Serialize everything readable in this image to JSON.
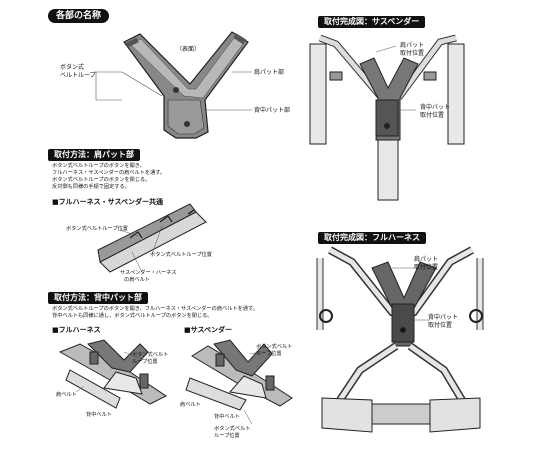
{
  "headers": {
    "parts": "各部の名称",
    "done_suspender": "取付完成図：サスペンダー",
    "how_shoulder": "取付方法：肩パット部",
    "done_harness": "取付完成図：フルハーネス",
    "how_back": "取付方法：背中パット部"
  },
  "parts_labels": {
    "omote": "（表面）",
    "button_loop_1": "ボタン式",
    "button_loop_2": "ベルトループ",
    "shoulder_pad": "肩パット部",
    "back_pad": "背中パット部"
  },
  "suspender_labels": {
    "l1": "肩パット",
    "l2": "取付位置",
    "l3": "背中パット",
    "l4": "取付位置"
  },
  "harness_labels": {
    "l1": "肩パット",
    "l2": "取付位置",
    "l3": "背中パット",
    "l4": "取付位置"
  },
  "shoulder_notes": [
    "ボタン式ベルトループのボタンを開き、",
    "フルハーネス・サスペンダーの肩ベルトを通す。",
    "ボタン式ベルトループのボタンを閉じる。",
    "反対側も同様の手順で固定する。"
  ],
  "shoulder_sub": {
    "title": "■フルハーネス・サスペンダー共通",
    "loop_pos": "ボタン式ベルトループ位置",
    "loop_pos2": "ボタン式ベルトループ位置",
    "belt_1": "サスペンダー・ハーネス",
    "belt_2": "の肩ベルト"
  },
  "back_notes": [
    "ボタン式ベルトループのボタンを開き、フルハーネス・サスペンダーの肩ベルトを通す。",
    "背中ベルトも同様に通し、ボタン式ベルトループのボタンを閉じる。"
  ],
  "back_harness": {
    "title": "■フルハーネス",
    "loop_1": "ボタン式ベルト",
    "loop_2": "ループ位置",
    "shoulder": "肩ベルト",
    "back": "背中ベルト"
  },
  "back_suspender": {
    "title": "■サスペンダー",
    "loop_1": "ボタン式ベルト",
    "loop_2": "ループ位置",
    "shoulder": "肩ベルト",
    "back": "背中ベルト",
    "loop_3": "ボタン式ベルト",
    "loop_4": "ループ位置"
  }
}
